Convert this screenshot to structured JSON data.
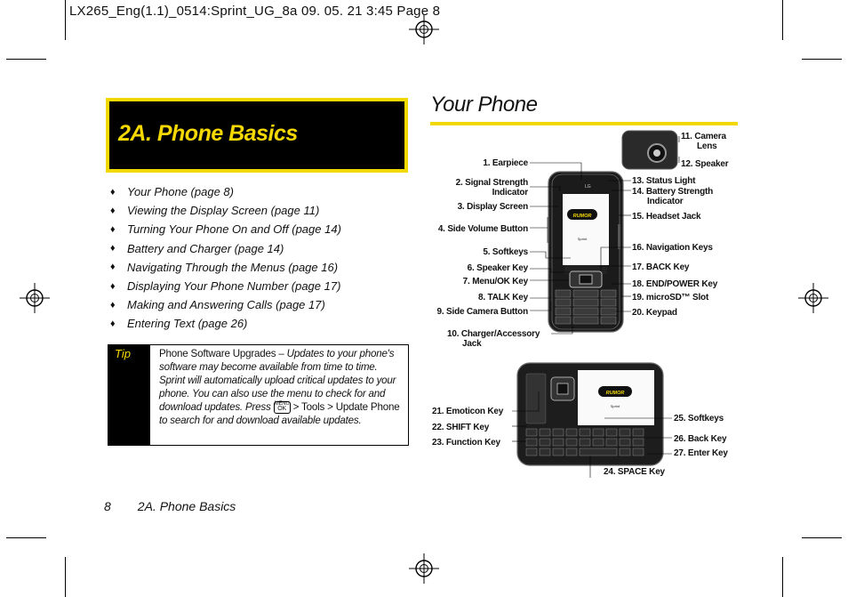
{
  "header": {
    "slug": "LX265_Eng(1.1)_0514:Sprint_UG_8a  09. 05. 21    3:45  Page 8"
  },
  "chapter": {
    "title": "2A.  Phone Basics"
  },
  "toc": [
    "Your Phone (page 8)",
    "Viewing the Display Screen (page 11)",
    "Turning Your Phone On and Off (page 14)",
    "Battery and Charger (page 14)",
    "Navigating Through the Menus (page 16)",
    "Displaying Your Phone Number (page 17)",
    "Making and Answering Calls (page 17)",
    "Entering Text (page 26)"
  ],
  "toc_bullet": "♦",
  "tip": {
    "label": "Tip",
    "lead": "Phone Software Upgrades",
    "body1": " – Updates to your phone's software may become available from time to time. Sprint will automatically upload critical updates to your phone. You can also use the menu to check for and download updates. Press ",
    "key_top": "MENU",
    "key_bottom": "OK",
    "path": " > Tools > Update Phone",
    "body2": " to search for and download available updates."
  },
  "footer": {
    "page": "8",
    "section": "2A. Phone Basics"
  },
  "section": {
    "title": "Your Phone"
  },
  "phone_screen": {
    "brand": "RUMOR",
    "carrier": "Sprint",
    "maker": "LG"
  },
  "callouts": {
    "c1": "1. Earpiece",
    "c2a": "2. Signal Strength",
    "c2b": "Indicator",
    "c3": "3. Display Screen",
    "c4": "4. Side Volume Button",
    "c5": "5. Softkeys",
    "c6": "6. Speaker Key",
    "c7": "7. Menu/OK Key",
    "c8": "8. TALK Key",
    "c9": "9. Side Camera Button",
    "c10a": "10. Charger/Accessory",
    "c10b": "Jack",
    "c11a": "11. Camera",
    "c11b": "Lens",
    "c12": "12. Speaker",
    "c13": "13. Status Light",
    "c14a": "14. Battery Strength",
    "c14b": "Indicator",
    "c15": "15. Headset Jack",
    "c16": "16. Navigation Keys",
    "c17": "17. BACK Key",
    "c18": "18. END/POWER Key",
    "c19": "19. microSD™  Slot",
    "c20": "20. Keypad",
    "c21": "21. Emoticon Key",
    "c22": "22. SHIFT Key",
    "c23": "23. Function Key",
    "c24": "24. SPACE Key",
    "c25": "25. Softkeys",
    "c26": "26. Back Key",
    "c27": "27. Enter Key"
  },
  "colors": {
    "accent_yellow": "#f0d800",
    "black": "#000000"
  }
}
